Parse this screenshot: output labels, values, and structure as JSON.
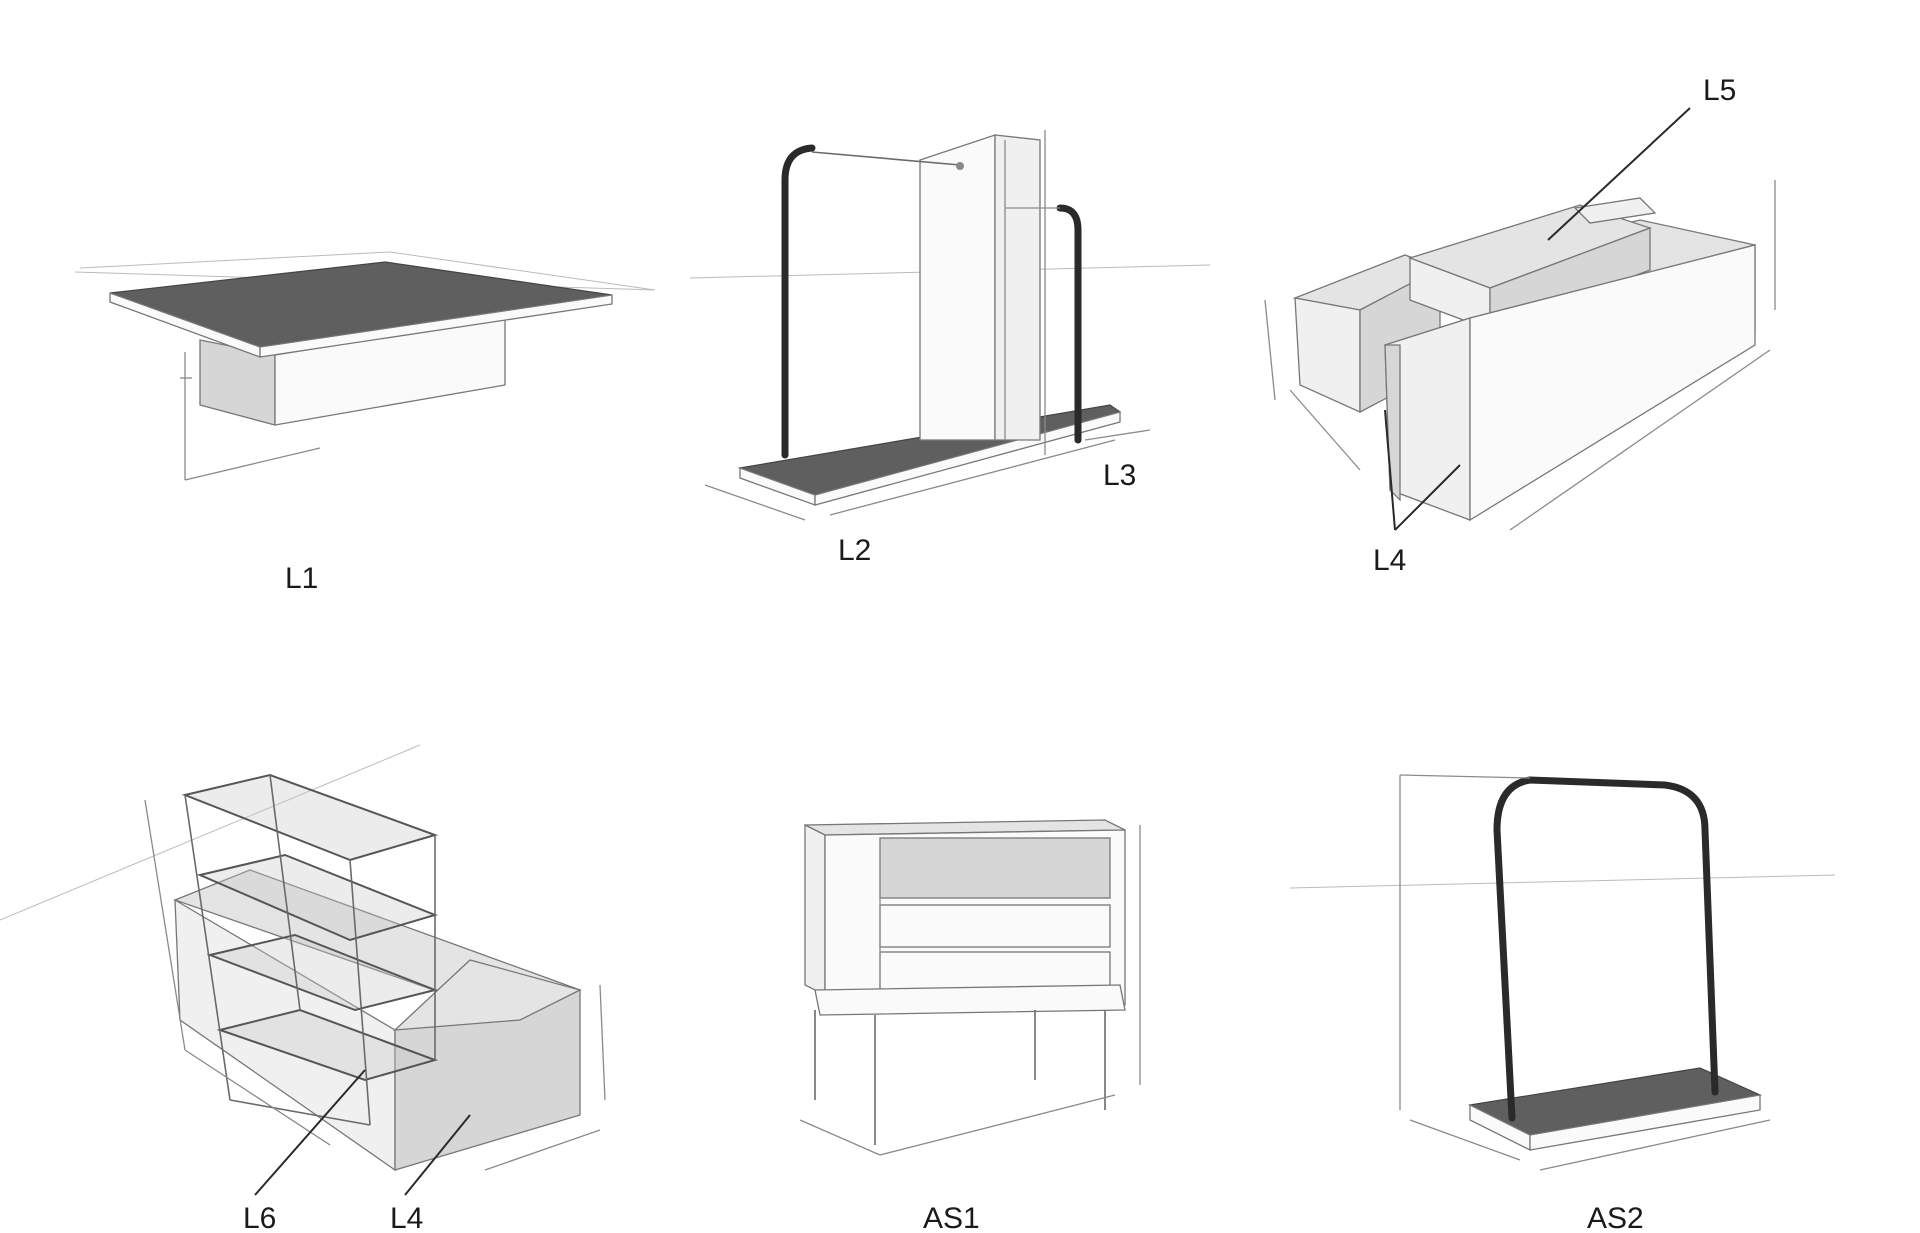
{
  "labels": {
    "l1": "L1",
    "l2": "L2",
    "l3": "L3",
    "l4_top": "L4",
    "l5": "L5",
    "l6": "L6",
    "l4_bottom": "L4",
    "as1": "AS1",
    "as2": "AS2"
  }
}
